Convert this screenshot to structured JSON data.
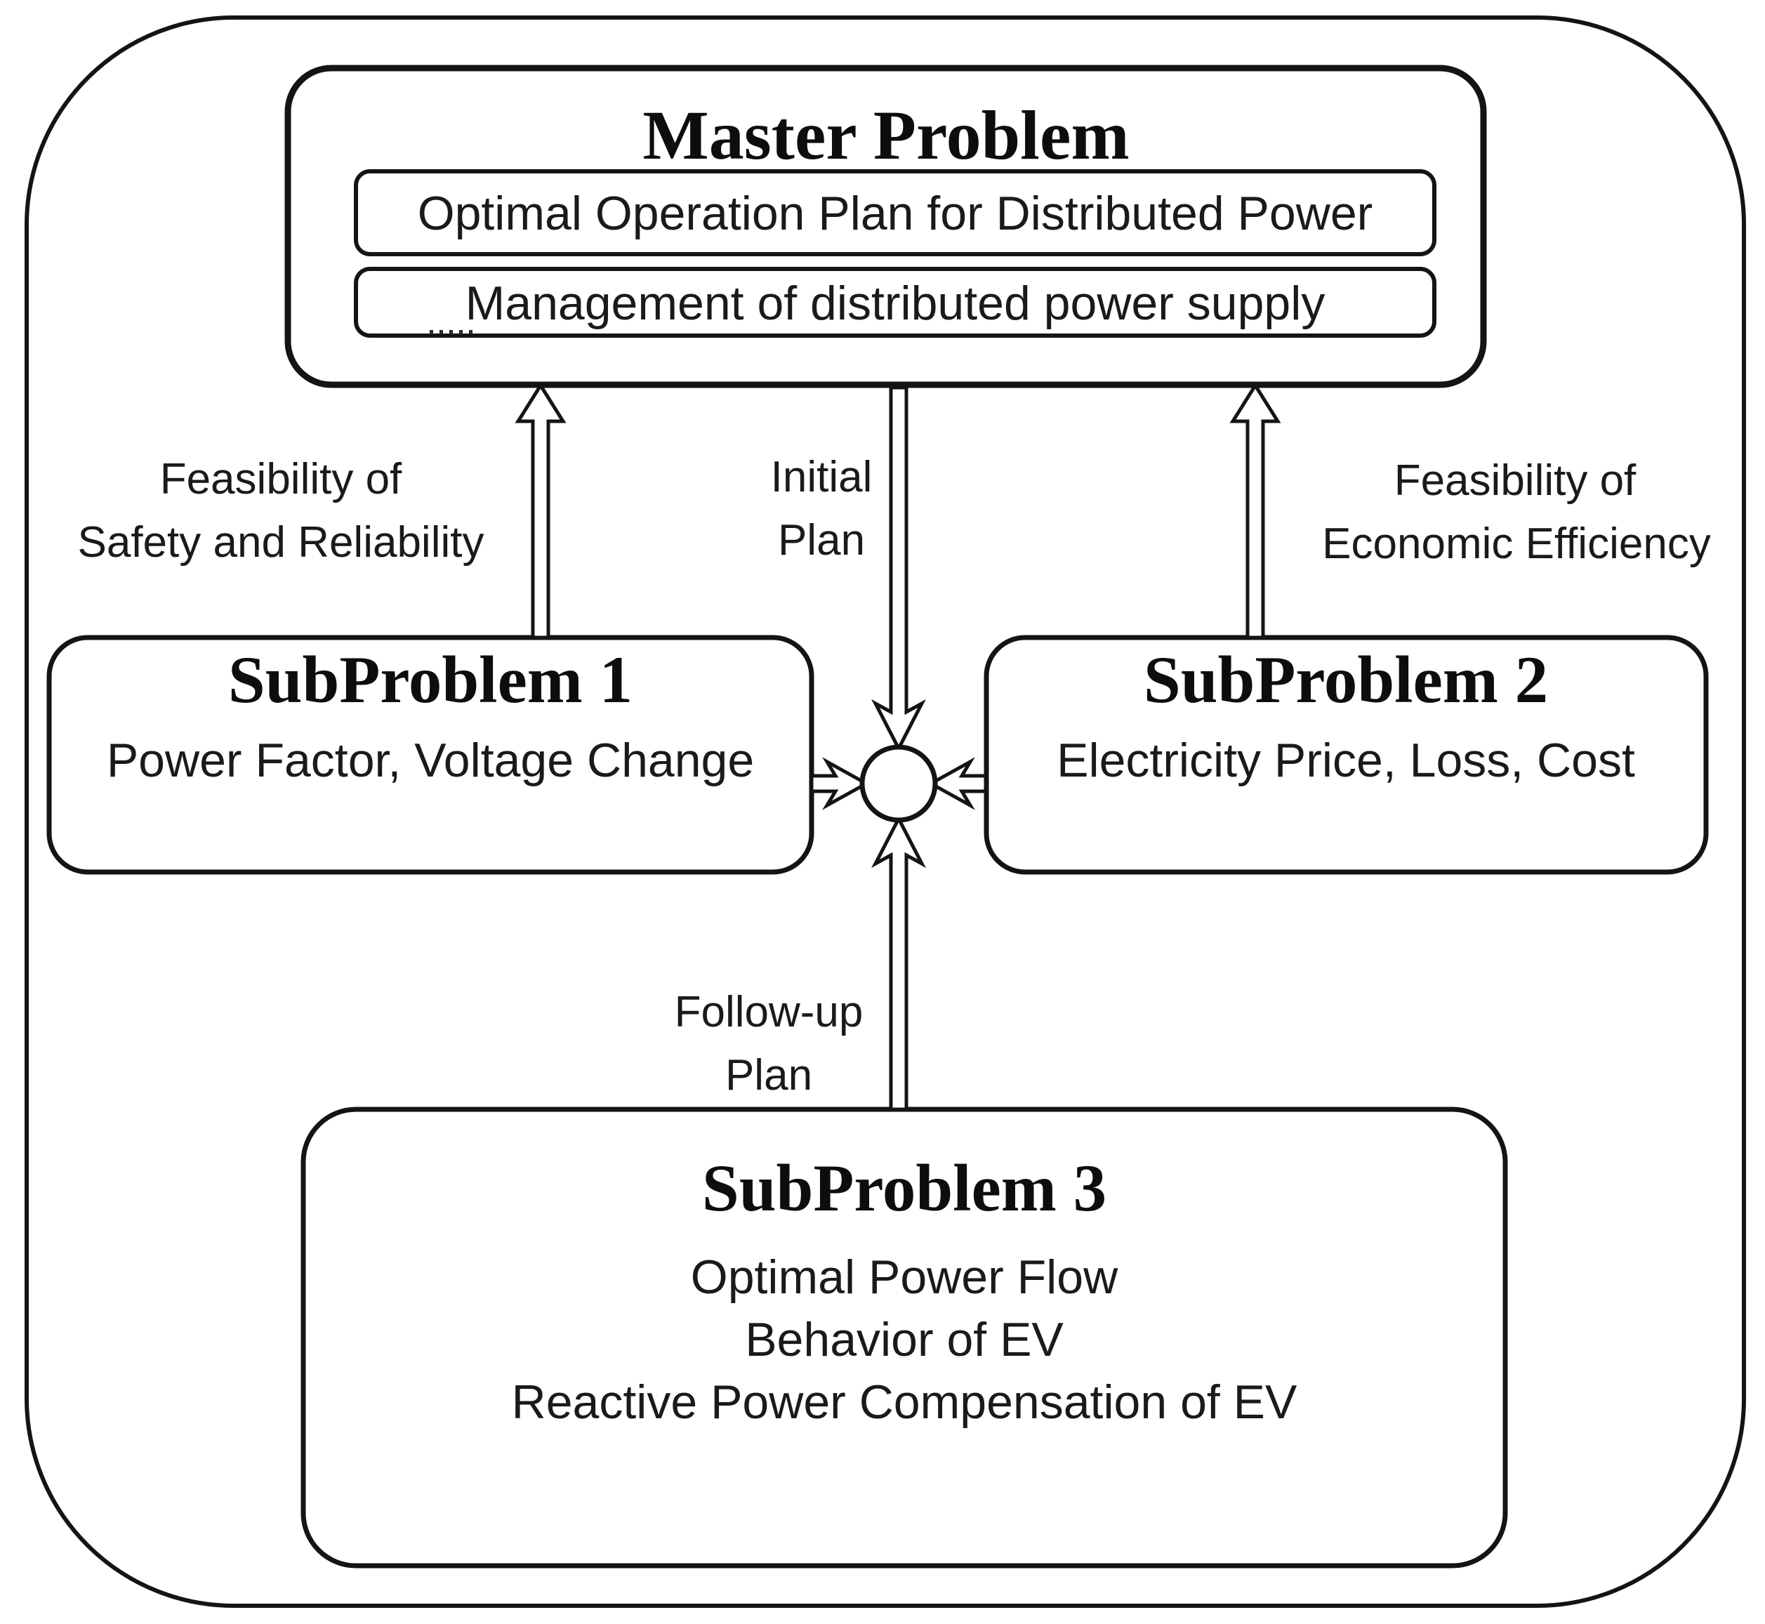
{
  "diagram": {
    "master": {
      "title": "Master Problem",
      "plan_box": "Optimal Operation Plan for Distributed Power",
      "management_box": "Management of distributed power supply"
    },
    "sub1": {
      "title": "SubProblem 1",
      "body": "Power Factor, Voltage Change"
    },
    "sub2": {
      "title": "SubProblem 2",
      "body": "Electricity Price, Loss, Cost"
    },
    "sub3": {
      "title": "SubProblem 3",
      "line1": "Optimal Power Flow",
      "line2": "Behavior of EV",
      "line3": "Reactive Power Compensation of EV"
    },
    "labels": {
      "left_line1": "Feasibility of",
      "left_line2": "Safety and Reliability",
      "center_line1": "Initial",
      "center_line2": "Plan",
      "right_line1": "Feasibility of",
      "right_line2": "Economic Efficiency",
      "bottom_line1": "Follow-up",
      "bottom_line2": "Plan"
    },
    "colors": {
      "line": "#141414",
      "background": "#ffffff",
      "text": "#0d0d0d"
    }
  }
}
